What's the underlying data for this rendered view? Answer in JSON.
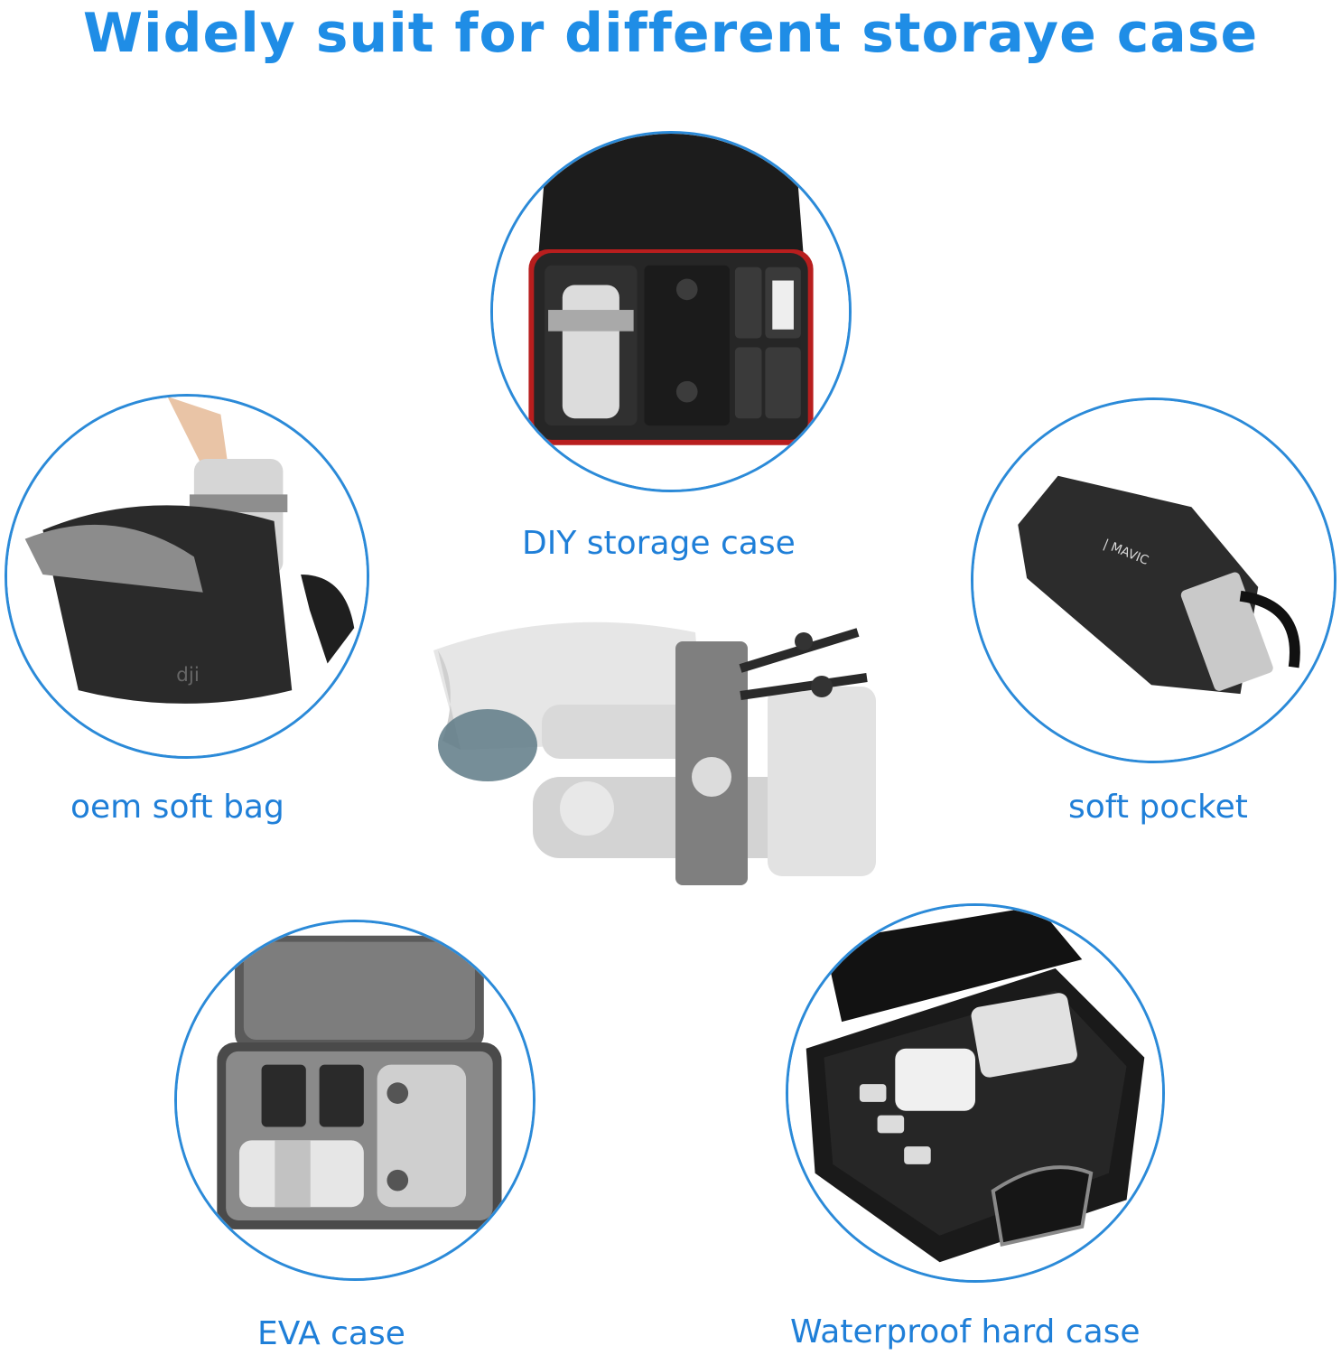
{
  "header": {
    "title": "Widely suit for different storaye case"
  },
  "cases": [
    {
      "label": "DIY storage case",
      "icon": "hard-shell-case-photo"
    },
    {
      "label": "oem soft bag",
      "icon": "shoulder-bag-photo"
    },
    {
      "label": "soft pocket",
      "icon": "drawstring-pouch-photo",
      "print": "MAVIC"
    },
    {
      "label": "EVA case",
      "icon": "eva-case-photo"
    },
    {
      "label": "Waterproof hard case",
      "icon": "waterproof-case-photo"
    }
  ],
  "center_product": {
    "icon": "folded-drone-with-strap-photo"
  },
  "colors": {
    "accent": "#1f8de6",
    "ring": "#2b8ad8"
  }
}
